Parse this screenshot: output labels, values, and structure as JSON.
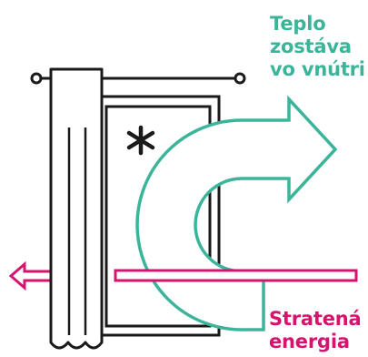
{
  "labels": {
    "heat_stays": [
      "Teplo",
      "zostáva",
      "vo vnútri"
    ],
    "lost_energy": [
      "Stratená",
      "energia"
    ]
  },
  "icons": {
    "cold": "snowflake-icon",
    "window": "window-icon",
    "curtain": "curtain-icon",
    "heat_return": "u-turn-arrow-icon",
    "loss": "left-arrow-icon"
  },
  "colors": {
    "heat": "#3bb59a",
    "loss": "#d6136e",
    "outline": "#1a1a1a",
    "background": "#ffffff"
  }
}
